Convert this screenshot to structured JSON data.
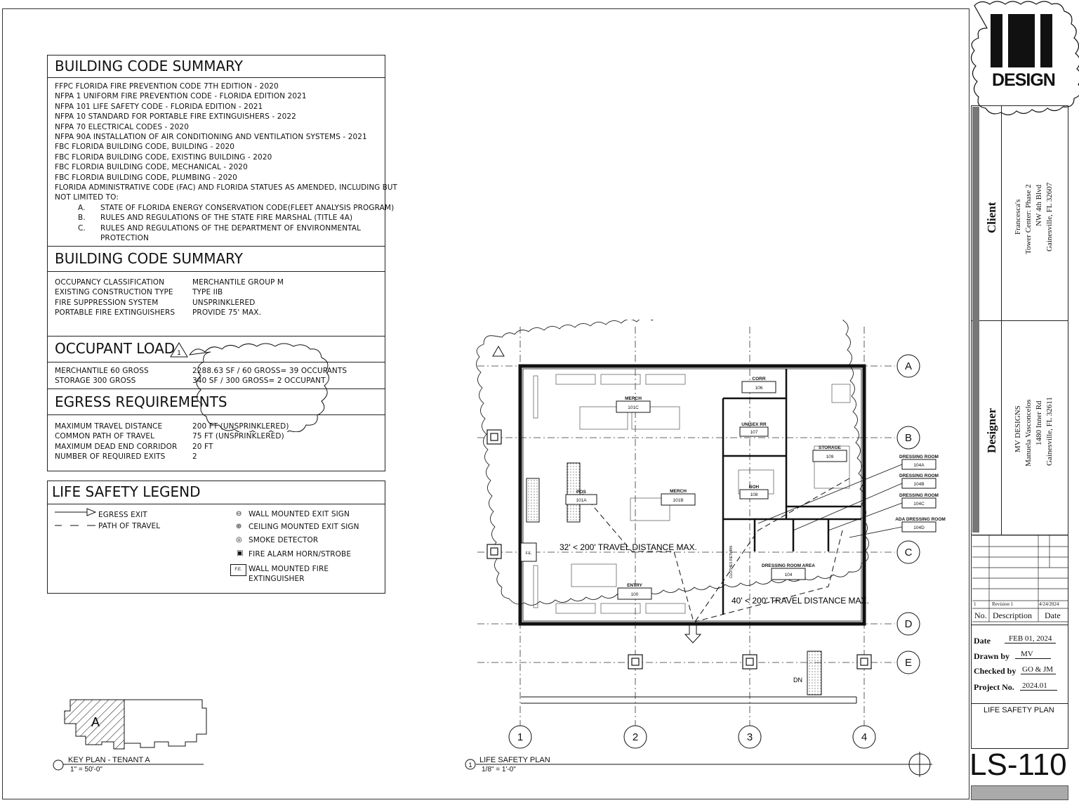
{
  "code_summary_1": {
    "title": "BUILDING CODE SUMMARY",
    "lines": [
      "FFPC FLORIDA FIRE PREVENTION CODE 7TH EDITION - 2020",
      "NFPA 1 UNIFORM FIRE PREVENTION CODE - FLORIDA EDITION 2021",
      "NFPA 101 LIFE SAFETY CODE - FLORIDA EDITION - 2021",
      "NFPA 10 STANDARD FOR PORTABLE FIRE EXTINGUISHERS - 2022",
      "NFPA 70 ELECTRICAL CODES - 2020",
      "NFPA 90A INSTALLATION OF AIR CONDITIONING AND VENTILATION SYSTEMS - 2021",
      "FBC FLORIDA BUILDING CODE, BUILDING - 2020",
      "FBC FLORIDA BUILDING CODE, EXISTING BUILDING - 2020",
      "FBC FLORDIA BUILDING CODE, MECHANICAL - 2020",
      "FBC FLORDIA BUILDING CODE, PLUMBING - 2020",
      "FLORIDA ADMINISTRATIVE CODE (FAC) AND FLORIDA STATUES AS AMENDED, INCLUDING BUT",
      "NOT LIMITED TO:"
    ],
    "items": [
      {
        "letter": "A.",
        "text": "STATE OF FLORIDA ENERGY CONSERVATION CODE(FLEET ANALYSIS PROGRAM)"
      },
      {
        "letter": "B.",
        "text": "RULES AND REGULATIONS OF THE STATE FIRE MARSHAL (TITLE 4A)"
      },
      {
        "letter": "C.",
        "text": "RULES AND REGULATIONS OF THE DEPARTMENT OF ENVIRONMENTAL"
      }
    ],
    "item_c_cont": "PROTECTION"
  },
  "code_summary_2": {
    "title": "BUILDING CODE SUMMARY",
    "rows": [
      {
        "label": "OCCUPANCY CLASSIFICATION",
        "value": "MERCHANTILE GROUP M"
      },
      {
        "label": "EXISTING CONSTRUCTION TYPE",
        "value": "TYPE IIB"
      },
      {
        "label": "FIRE SUPPRESSION SYSTEM",
        "value": "UNSPRINKLERED"
      },
      {
        "label": "PORTABLE FIRE EXTINGUISHERS",
        "value": "PROVIDE 75' MAX."
      }
    ]
  },
  "occupant_load": {
    "title": "OCCUPANT LOAD",
    "delta": "1",
    "rows": [
      {
        "label": "MERCHANTILE 60 GROSS",
        "value": "2288.63 SF / 60 GROSS= 39 OCCUPANTS"
      },
      {
        "label": "STORAGE 300 GROSS",
        "value": "340 SF / 300 GROSS= 2 OCCUPANT"
      }
    ]
  },
  "egress": {
    "title": "EGRESS REQUIREMENTS",
    "rows": [
      {
        "label": "MAXIMUM TRAVEL DISTANCE",
        "value": "200 FT (UNSPRINKLERED)"
      },
      {
        "label": "COMMON PATH OF TRAVEL",
        "value": "75 FT (UNSPRINKLERED)"
      },
      {
        "label": "MAXIMUM DEAD END CORRIDOR",
        "value": "20 FT"
      },
      {
        "label": "NUMBER OF REQUIRED EXITS",
        "value": "2"
      }
    ]
  },
  "legend": {
    "title": "LIFE SAFETY LEGEND",
    "egress_exit": "EGRESS EXIT",
    "path_of_travel": "PATH OF TRAVEL",
    "wall_exit": "WALL MOUNTED EXIT SIGN",
    "ceiling_exit": "CEILING MOUNTED EXIT SIGN",
    "smoke": "SMOKE DETECTOR",
    "horn": "FIRE ALARM HORN/STROBE",
    "fe_tag": "F.E.",
    "extinguisher_1": "WALL MOUNTED FIRE",
    "extinguisher_2": "EXTINGUISHER"
  },
  "key_plan": {
    "title": "KEY PLAN - TENANT A",
    "scale": "1\" = 50'-0\"",
    "tenant": "A"
  },
  "plan": {
    "number": "1",
    "title": "LIFE SAFETY PLAN",
    "scale": "1/8\" = 1'-0\"",
    "gridlines_row": [
      "A",
      "B",
      "C",
      "D",
      "E"
    ],
    "gridlines_col": [
      "1",
      "2",
      "3",
      "4"
    ],
    "travel_1": "32' < 200' TRAVEL DISTANCE MAX.",
    "travel_2": "40' < 200' TRAVEL DISTANCE MAX.",
    "dn": "DN",
    "fe_tag": "F.E.",
    "rooms": [
      {
        "name": "CORR",
        "num": "106"
      },
      {
        "name": "MERCH",
        "num": "101C"
      },
      {
        "name": "UNISEX RR",
        "num": "107"
      },
      {
        "name": "STORAGE",
        "num": "109"
      },
      {
        "name": "BOH",
        "num": "108"
      },
      {
        "name": "POS",
        "num": "101A"
      },
      {
        "name": "MERCH",
        "num": "101B"
      },
      {
        "name": "DRESSING ROOM AREA",
        "num": "104"
      },
      {
        "name": "ENTRY",
        "num": "100"
      }
    ],
    "dressing_tags": [
      {
        "name": "DRESSING ROOM",
        "num": "104A"
      },
      {
        "name": "DRESSING ROOM",
        "num": "104B"
      },
      {
        "name": "DRESSING ROOM",
        "num": "104C"
      },
      {
        "name": "ADA DRESSING ROOM",
        "num": "104D"
      }
    ],
    "clothes_return": "CLOTHES RETURN"
  },
  "title_block": {
    "logo_mark": "M",
    "logo_text": "DESIGN",
    "client_label": "Client",
    "client_lines": [
      "Francesca's",
      "Tower Center: Phase 2",
      "NW 4th Blvd",
      "Gainesville, FL 32607"
    ],
    "designer_label": "Designer",
    "designer_lines": [
      "MV DESIGNS",
      "Manuela Vasconcelos",
      "1480 Inner Rd",
      "Gainesville, FL 32611"
    ],
    "revision": {
      "no": "1",
      "description": "Revision 1",
      "date": "4/24/2024"
    },
    "rev_headers": {
      "no": "No.",
      "description": "Description",
      "date": "Date"
    },
    "date_label": "Date",
    "date_value": "FEB 01, 2024",
    "drawn_label": "Drawn by",
    "drawn_value": "MV",
    "checked_label": "Checked by",
    "checked_value": "GO & JM",
    "project_label": "Project No.",
    "project_value": "2024.01",
    "sheet_title": "LIFE SAFETY PLAN",
    "sheet_number": "LS-110"
  }
}
